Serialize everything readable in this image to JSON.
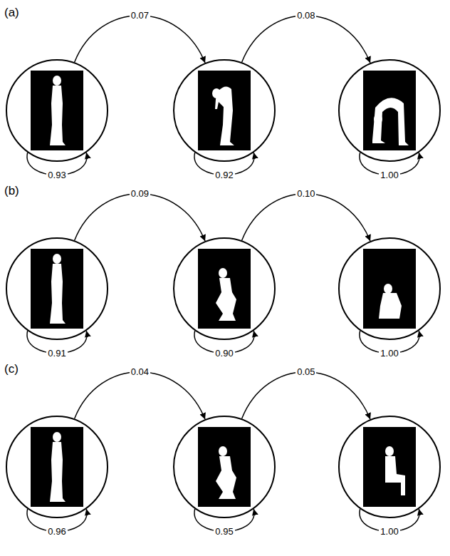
{
  "diagram": {
    "nodes": [
      {
        "text": []
      },
      {
        "text": []
      },
      {
        "text": []
      },
      {
        "text": []
      },
      {
        "text": []
      },
      {
        "text": []
      },
      {
        "text": []
      },
      {
        "text": []
      },
      {
        "text": []
      }
    ],
    "edges": [
      {
        "from": 0,
        "to": 1,
        "label": "0.07",
        "arrow": "to"
      },
      {
        "from": 1,
        "to": 2,
        "label": "0.08",
        "arrow": "to"
      },
      {
        "from": 0,
        "to": 0,
        "label": "0.93",
        "arrow": "to"
      },
      {
        "from": 1,
        "to": 1,
        "label": "0.92",
        "arrow": "to"
      },
      {
        "from": 2,
        "to": 2,
        "label": "1.00",
        "arrow": "to"
      },
      {
        "from": 3,
        "to": 4,
        "label": "0.09",
        "arrow": "to"
      },
      {
        "from": 4,
        "to": 5,
        "label": "0.10",
        "arrow": "to"
      },
      {
        "from": 3,
        "to": 3,
        "label": "0.91",
        "arrow": "to"
      },
      {
        "from": 4,
        "to": 4,
        "label": "0.90",
        "arrow": "to"
      },
      {
        "from": 5,
        "to": 5,
        "label": "1.00",
        "arrow": "to"
      },
      {
        "from": 6,
        "to": 7,
        "label": "0.04",
        "arrow": "to"
      },
      {
        "from": 7,
        "to": 8,
        "label": "0.05",
        "arrow": "to"
      },
      {
        "from": 6,
        "to": 6,
        "label": "0.96",
        "arrow": "to"
      },
      {
        "from": 7,
        "to": 7,
        "label": "0.95",
        "arrow": "to"
      },
      {
        "from": 8,
        "to": 8,
        "label": "1.00",
        "arrow": "to"
      }
    ],
    "labels": [
      "(a)",
      "(b)",
      "(c)"
    ]
  }
}
